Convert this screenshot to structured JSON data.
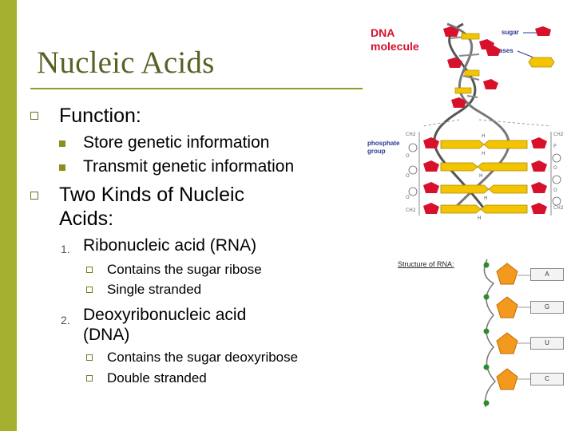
{
  "slide": {
    "title": "Nucleic Acids",
    "bullets": [
      {
        "text": "Function:",
        "sub": [
          "Store genetic information",
          "Transmit genetic information"
        ]
      },
      {
        "text_line1": "Two Kinds of Nucleic",
        "text_line2": "Acids:",
        "items": [
          {
            "number": "1.",
            "text": "Ribonucleic acid (RNA)",
            "sub": [
              "Contains the sugar ribose",
              "Single stranded"
            ]
          },
          {
            "number": "2.",
            "text_line1": "Deoxyribonucleic acid",
            "text_line2": "(DNA)",
            "sub": [
              "Contains the sugar deoxyribose",
              "Double stranded"
            ]
          }
        ]
      }
    ]
  },
  "dna_figure": {
    "title_line1": "DNA",
    "title_line2": "molecule",
    "label_sugar": "sugar",
    "label_bases": "bases",
    "label_phosphate_line1": "phosphate",
    "label_phosphate_line2": "group"
  },
  "rna_figure": {
    "title": "Structure of RNA:",
    "bases": [
      "A",
      "G",
      "U",
      "C"
    ]
  },
  "colors": {
    "accent_bar": "#a5b02f",
    "title_color": "#5a6125",
    "dna_label": "#d7102c",
    "sugar": "#d7102c",
    "base": "#f4c400",
    "rna_sugar": "#f39a1e",
    "phosphate_dot": "#2e8b2e"
  }
}
